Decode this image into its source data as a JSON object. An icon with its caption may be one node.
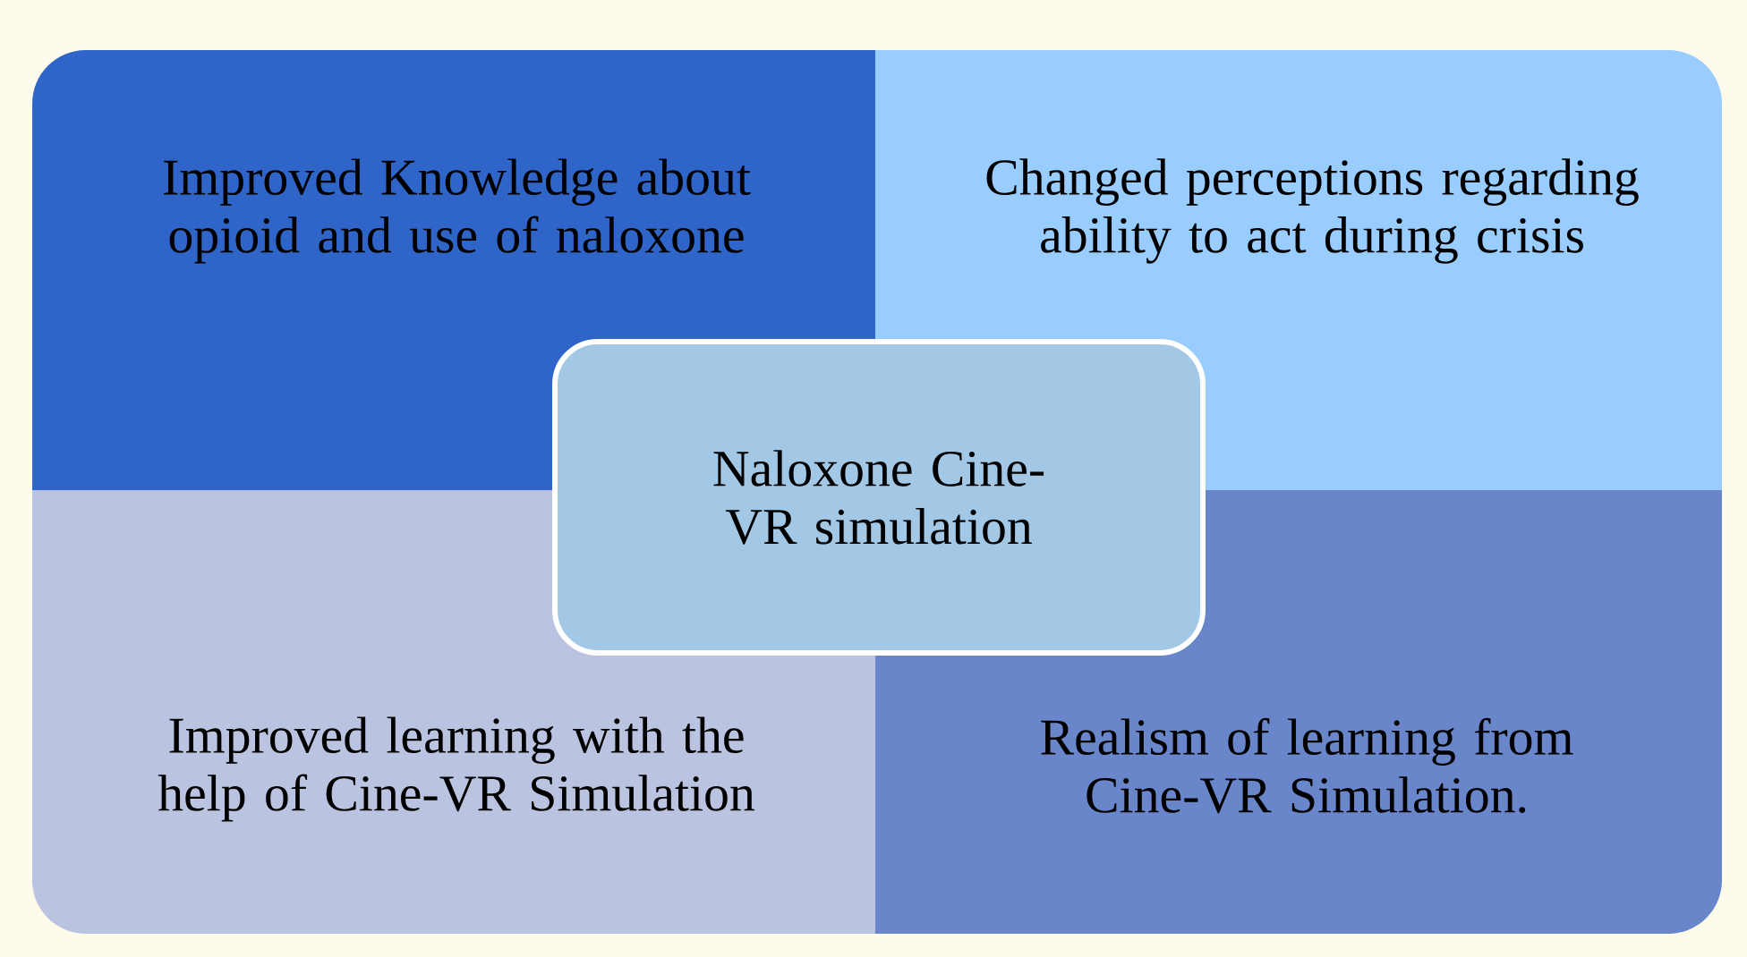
{
  "diagram": {
    "nodes": [
      {
        "text": [
          "Improved Knowledge about opioid and use of naloxone"
        ]
      },
      {
        "text": [
          "Changed perceptions regarding ability to act during crisis"
        ]
      },
      {
        "text": [
          "Naloxone Cine-VR simulation"
        ]
      },
      {
        "text": [
          "Improved learning with the help of Cine-VR Simulation"
        ]
      },
      {
        "text": [
          "Realism of learning from Cine-VR Simulation."
        ]
      }
    ]
  }
}
